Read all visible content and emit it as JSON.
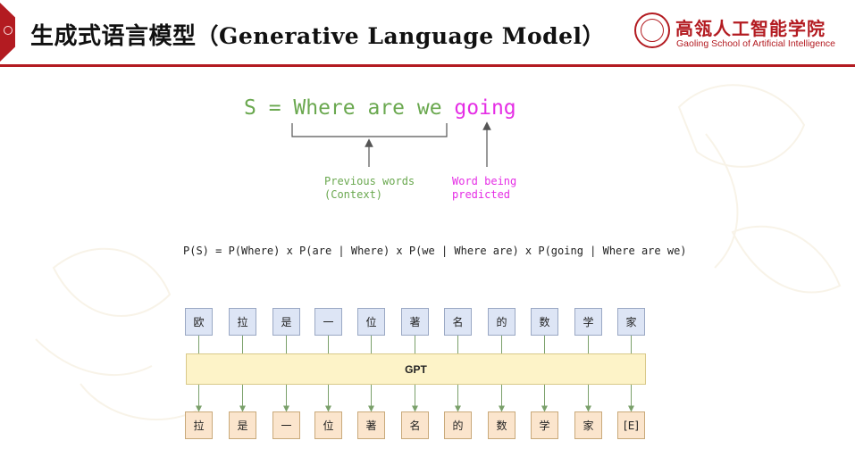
{
  "header": {
    "title_cn": "生成式语言模型",
    "title_en": "（Generative Language Model）",
    "org_cn": "高瓴人工智能学院",
    "org_en": "Gaoling School of Artificial Intelligence"
  },
  "diagram": {
    "sentence_prefix": "S = Where are we ",
    "sentence_target": "going",
    "label_context": "Previous words\n(Context)",
    "label_predicted": "Word being\npredicted",
    "formula": "P(S) = P(Where) x P(are | Where) x P(we | Where are) x P(going | Where are we)"
  },
  "gpt": {
    "label": "GPT",
    "input_tokens": [
      "欧",
      "拉",
      "是",
      "一",
      "位",
      "著",
      "名",
      "的",
      "数",
      "学",
      "家"
    ],
    "output_tokens": [
      "拉",
      "是",
      "一",
      "位",
      "著",
      "名",
      "的",
      "数",
      "学",
      "家",
      "[E]"
    ]
  },
  "colors": {
    "brand": "#b31b21",
    "context": "#6aa84f",
    "predicted": "#e52ee5",
    "input_token": "#dde5f5",
    "output_token": "#fbe5cd",
    "gpt_box": "#fdf3c8"
  }
}
